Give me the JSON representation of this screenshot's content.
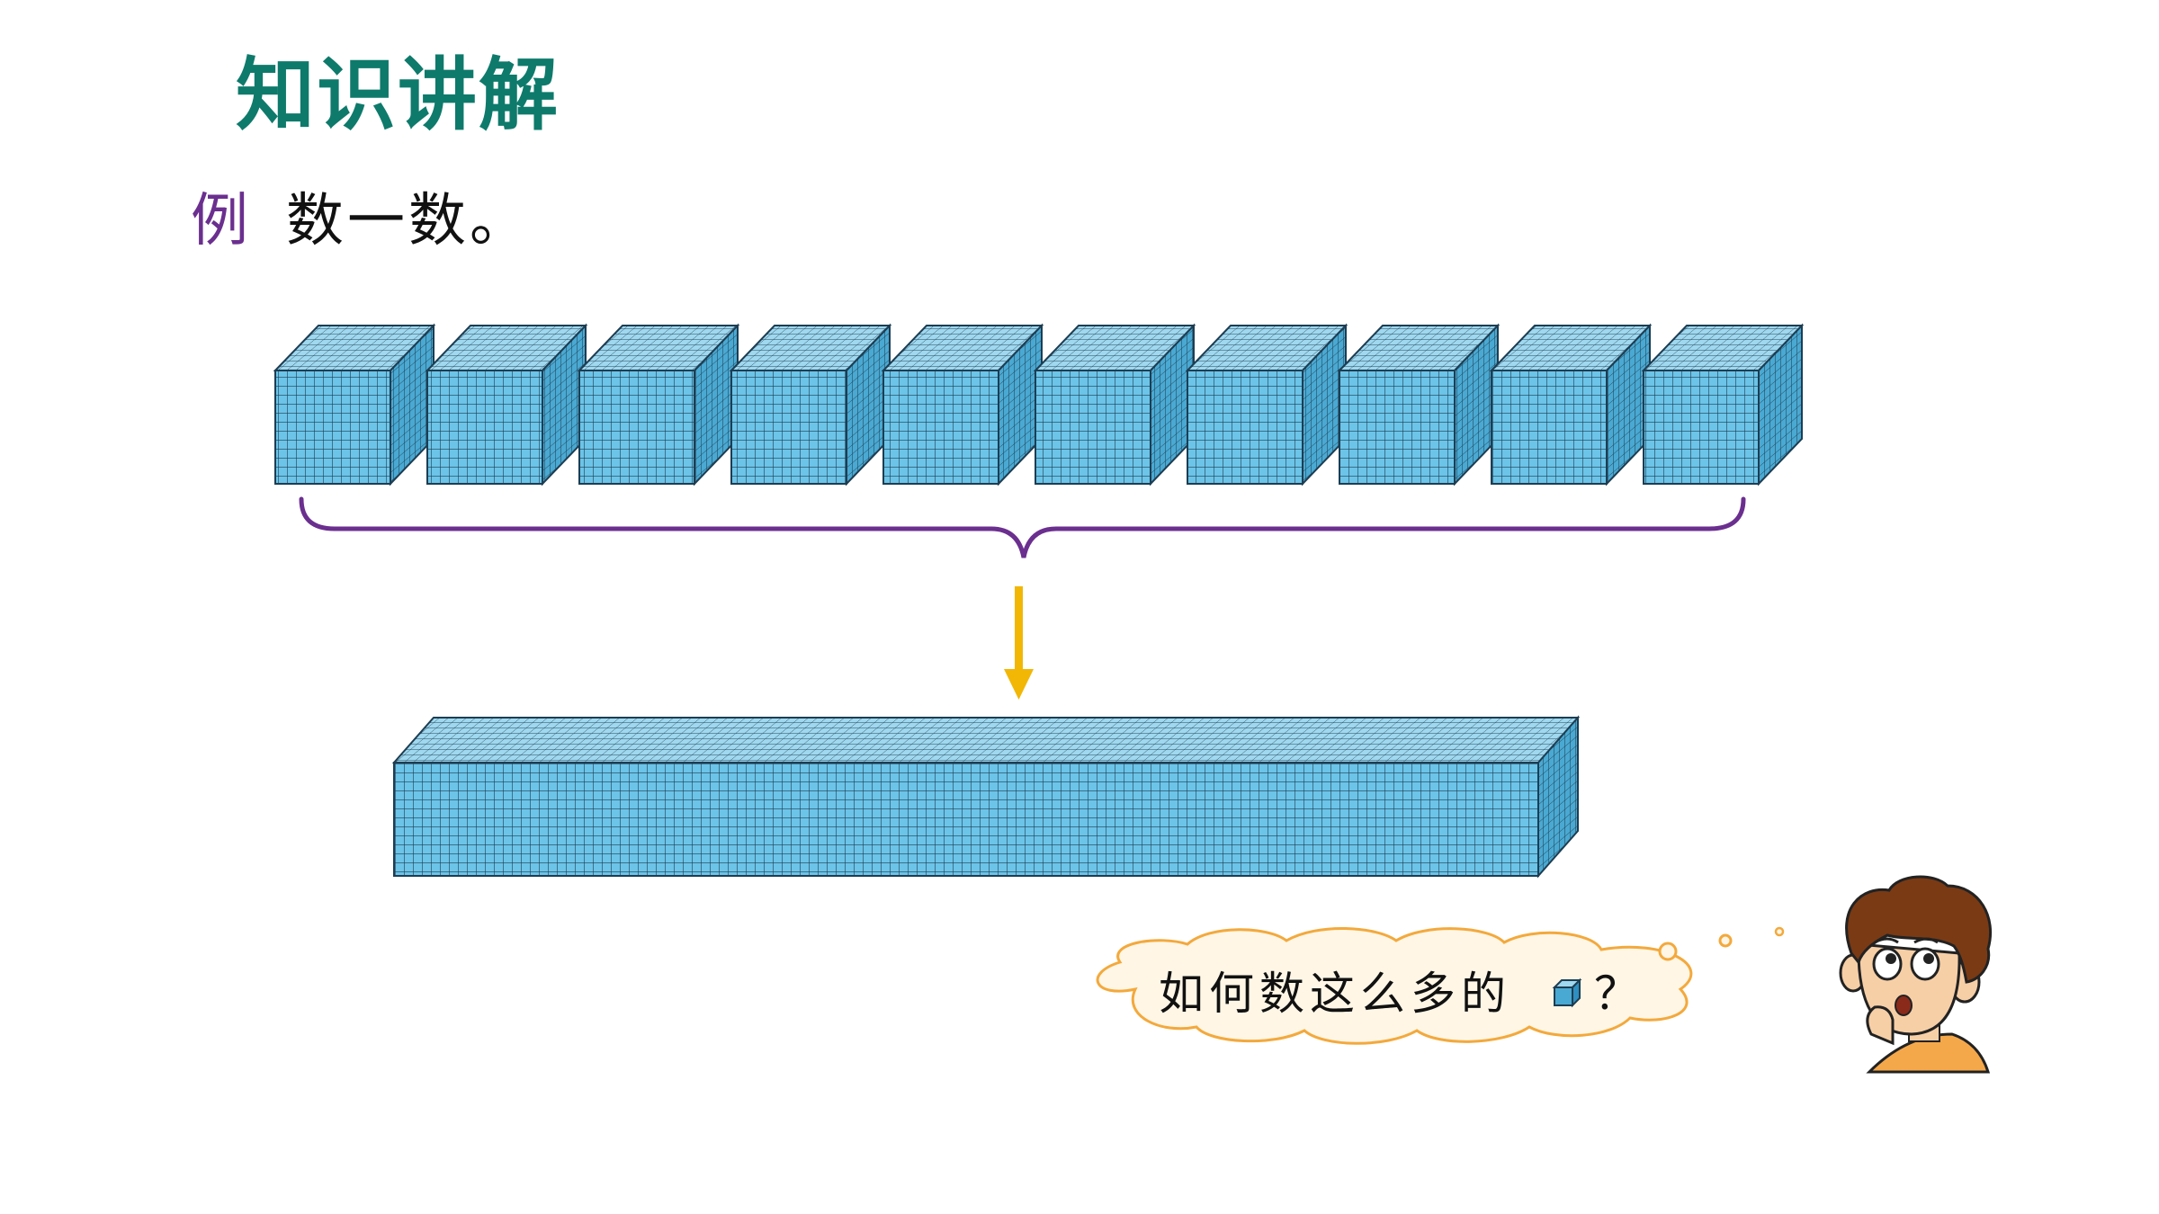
{
  "title": "知识讲解",
  "example": {
    "label": "例",
    "text": "数一数。"
  },
  "blocks": {
    "count": 10
  },
  "thought": {
    "question": "如何数这么多的",
    "question_mark": "？"
  },
  "colors": {
    "title": "#0e7a6b",
    "example_label": "#6b2f8f",
    "cube_front": "#6cc4e8",
    "cube_top": "#9fd8ef",
    "cube_side": "#4aa9d2",
    "grid_line": "#1d3d52",
    "brace": "#6b2f8f",
    "arrow": "#f2b705",
    "cloud_fill": "#fff6e6",
    "cloud_stroke": "#f3a93c"
  },
  "icons": {
    "small_cube": "blue-cube-icon",
    "boy": "thinking-boy-illustration"
  }
}
